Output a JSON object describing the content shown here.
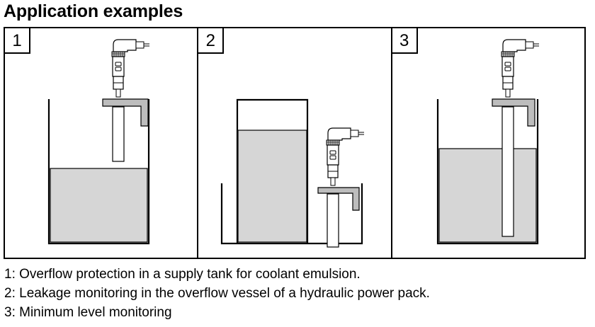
{
  "title": "Application examples",
  "panels": [
    {
      "number": "1"
    },
    {
      "number": "2"
    },
    {
      "number": "3"
    }
  ],
  "captions": [
    "1: Overflow protection in a supply tank for coolant emulsion.",
    "2: Leakage monitoring in the overflow vessel of a hydraulic power pack.",
    "3: Minimum level monitoring"
  ],
  "colors": {
    "liquid": "#d6d6d6",
    "sensor_cap": "#d0d0d0",
    "line": "#000000"
  },
  "icons": [
    "level-sensor-icon",
    "connector-plug-icon",
    "led-indicator-icon"
  ]
}
